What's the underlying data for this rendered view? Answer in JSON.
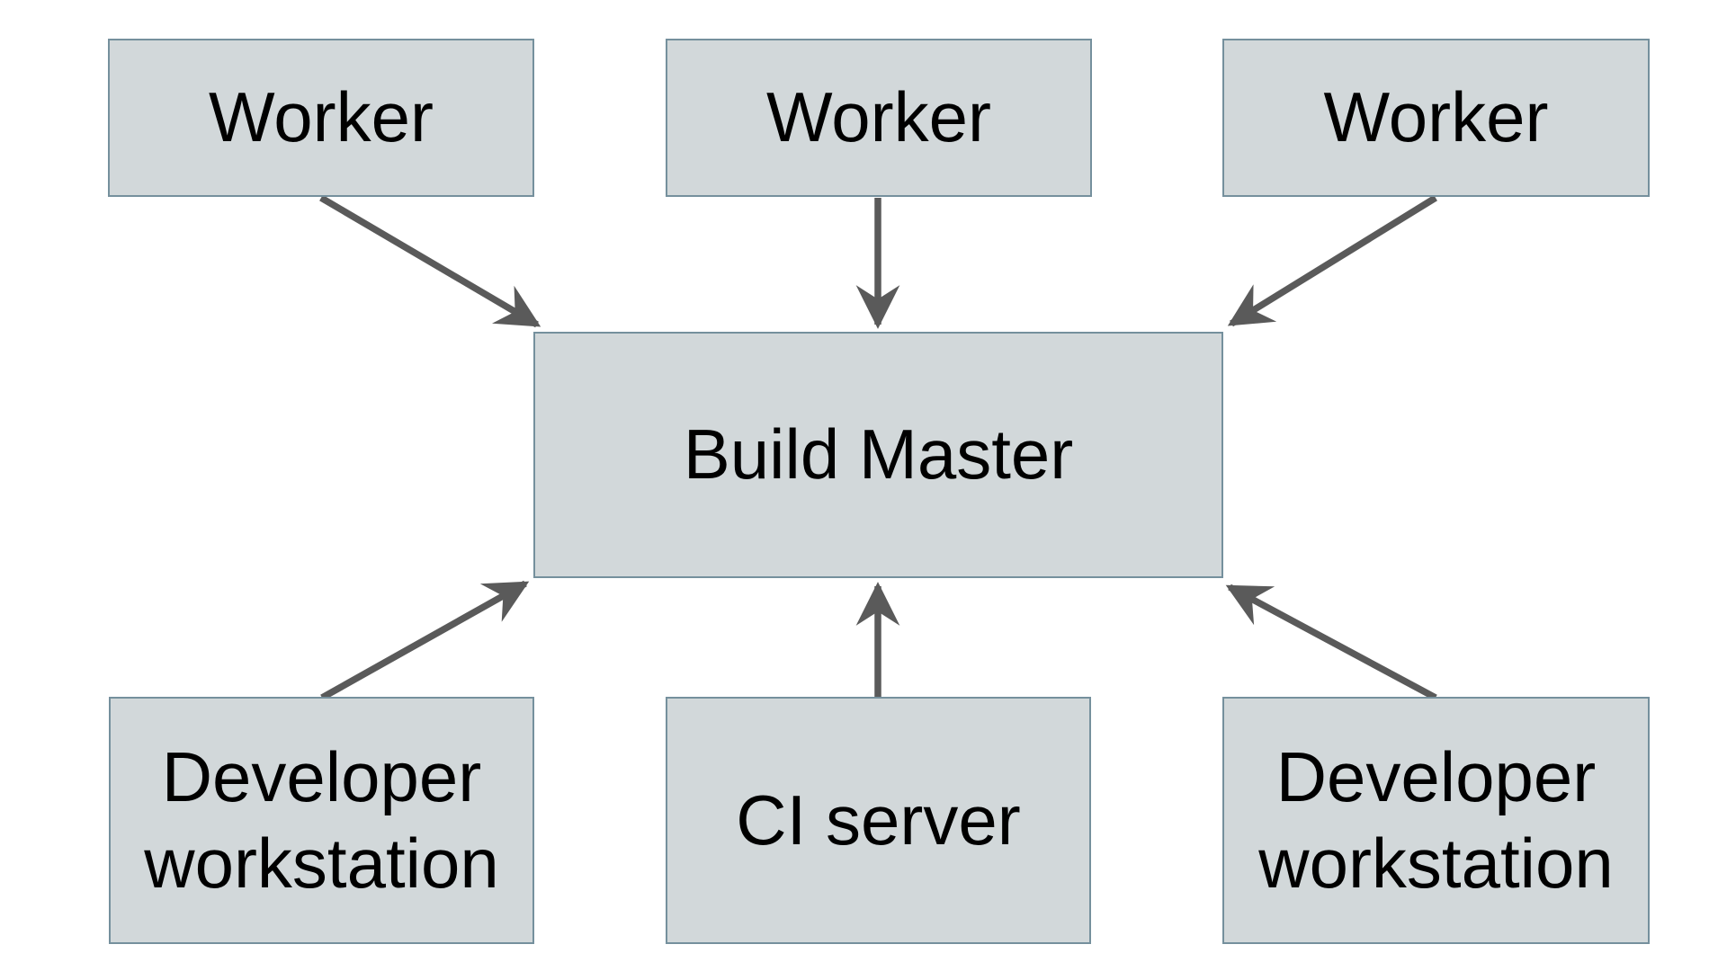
{
  "diagram_title": "",
  "nodes": {
    "worker_1": {
      "label": "Worker"
    },
    "worker_2": {
      "label": "Worker"
    },
    "worker_3": {
      "label": "Worker"
    },
    "build_master": {
      "label": "Build Master"
    },
    "developer_workstation_left": {
      "label": "Developer workstation"
    },
    "ci_server": {
      "label": "CI server"
    },
    "developer_workstation_right": {
      "label": "Developer workstation"
    }
  },
  "edges": [
    {
      "from": "worker_1",
      "to": "build_master"
    },
    {
      "from": "worker_2",
      "to": "build_master"
    },
    {
      "from": "worker_3",
      "to": "build_master"
    },
    {
      "from": "developer_workstation_left",
      "to": "build_master"
    },
    {
      "from": "ci_server",
      "to": "build_master"
    },
    {
      "from": "developer_workstation_right",
      "to": "build_master"
    }
  ],
  "colors": {
    "background": "#ffffff",
    "node_fill": "#d2d8da",
    "node_border": "#75909d",
    "arrow": "#5a5a5a",
    "text": "#000000"
  }
}
